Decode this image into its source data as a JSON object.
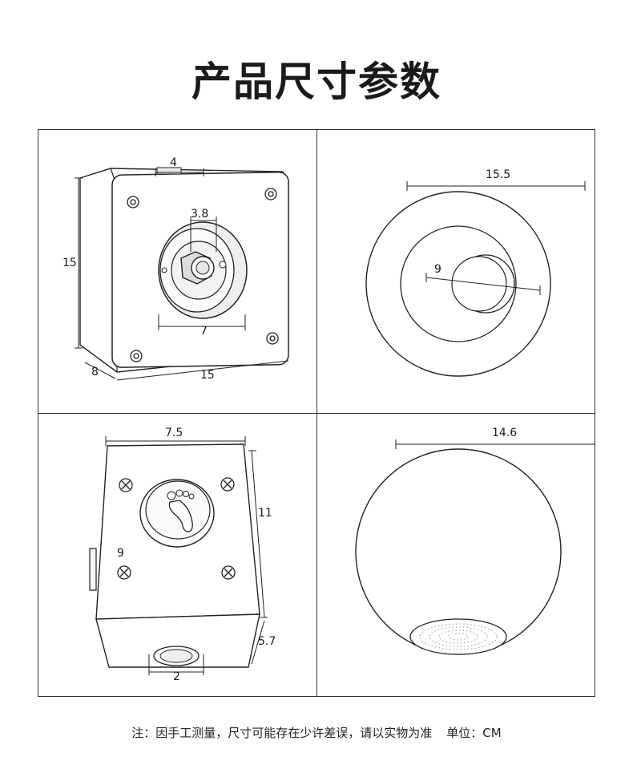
{
  "title": "产品尺寸参数",
  "panels": {
    "top_left": {
      "depth": "8",
      "width": "15",
      "height": "15",
      "hole": "3.8",
      "top_tab": "4",
      "ring": "7"
    },
    "top_right": {
      "outer": "15.5",
      "inner": "9"
    },
    "bottom_left": {
      "width": "7.5",
      "height": "11",
      "side": "9",
      "bottom": "5.7",
      "hole": "2"
    },
    "bottom_right": {
      "diameter": "14.6"
    }
  },
  "footer": {
    "note": "注：因手工测量，尺寸可能存在少许差误，请以实物为准",
    "unit": "单位：CM"
  }
}
